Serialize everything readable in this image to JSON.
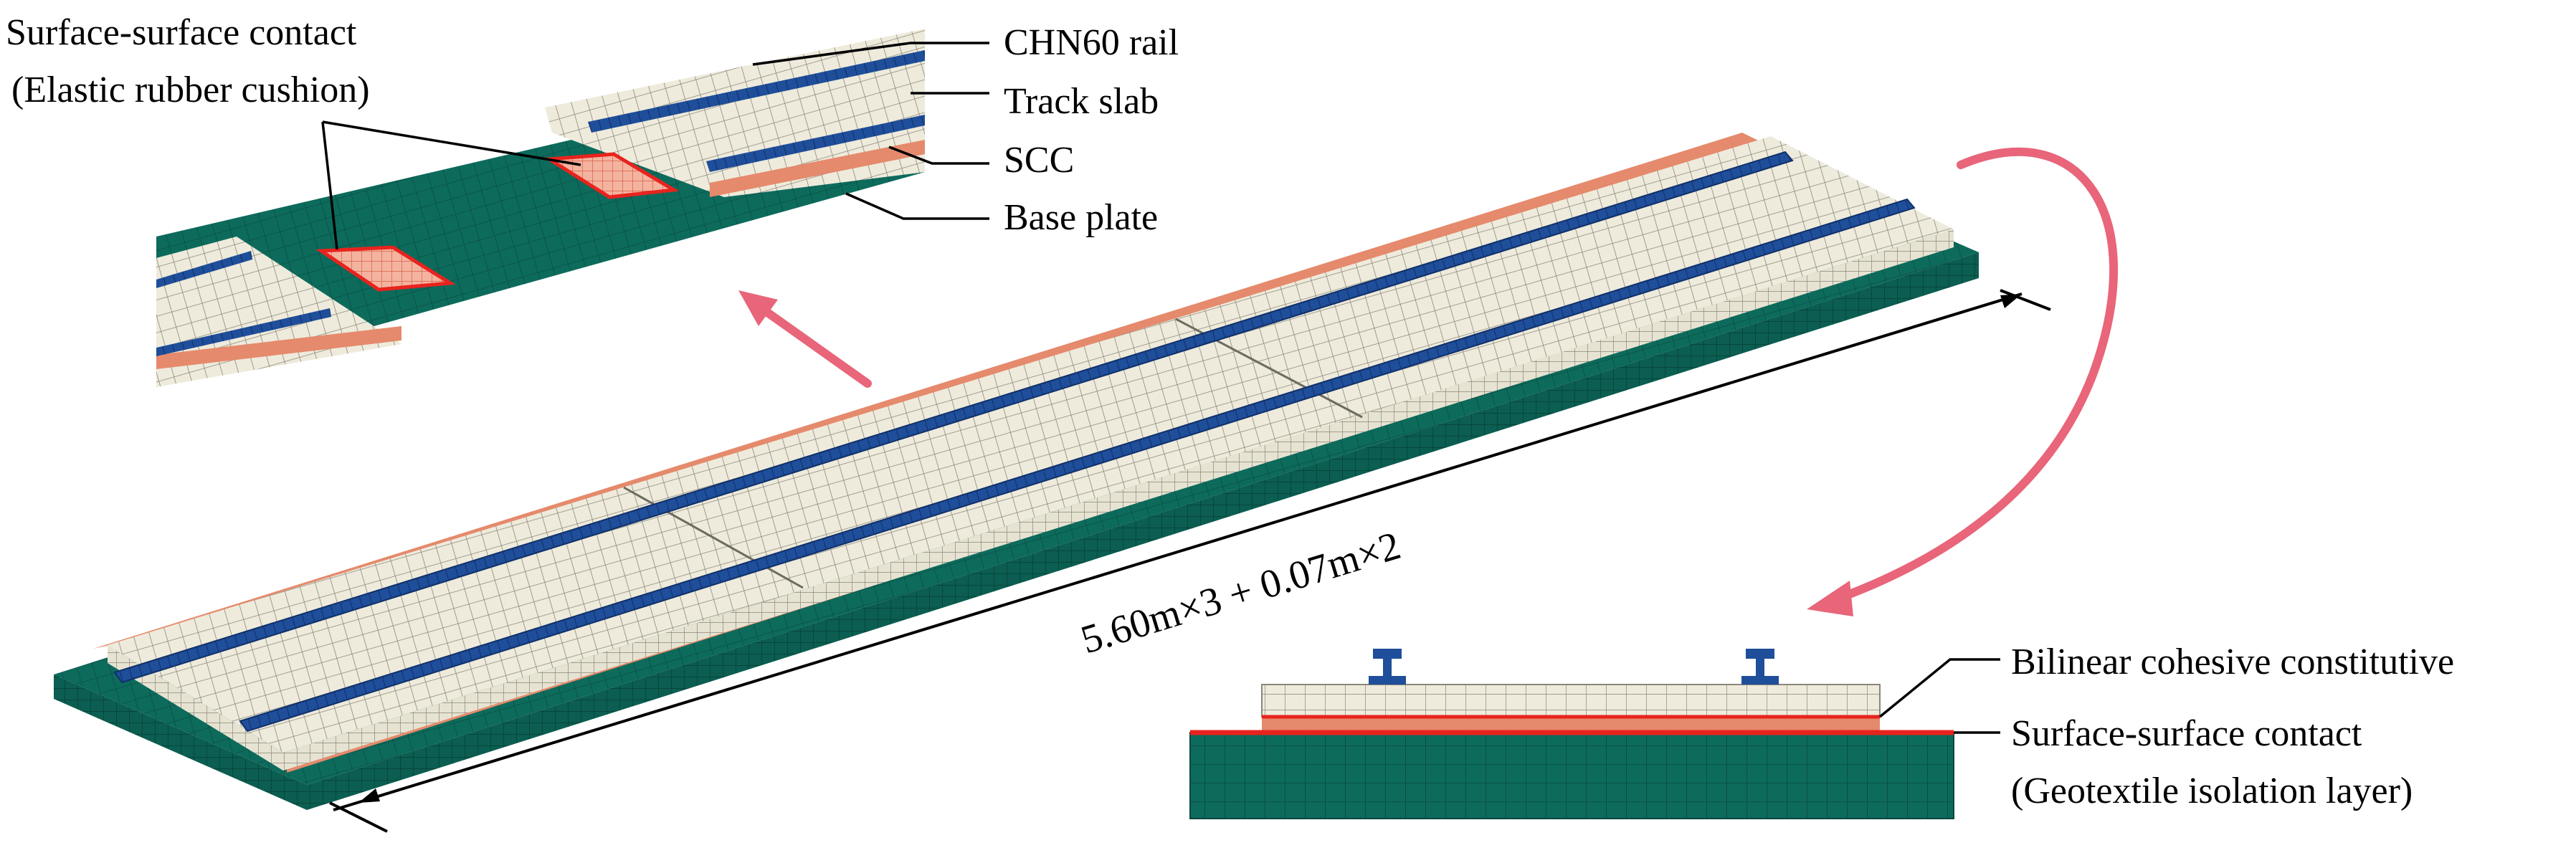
{
  "labels": {
    "top_left_line1": "Surface-surface contact",
    "top_left_line2": "(Elastic rubber cushion)",
    "rail": "CHN60 rail",
    "track_slab": "Track slab",
    "scc": "SCC",
    "base_plate": "Base plate",
    "dimension": "5.60m×3 + 0.07m×2",
    "cohesive": "Bilinear cohesive constitutive",
    "bottom_right_line1": "Surface-surface contact",
    "bottom_right_line2": "(Geotextile isolation layer)"
  },
  "colors": {
    "slab_fill": "#eeebdc",
    "mesh_line": "#7f7c70",
    "rail_blue": "#1f4e9a",
    "rail_dark": "#16356a",
    "base_green": "#0d6b5c",
    "base_dark": "#07473d",
    "scc_orange": "#e58a6c",
    "contact_red": "#e8231e",
    "arrow_pink": "#e8657a"
  },
  "icons": [
    "rail-profile-icon",
    "callout-arrow-icon",
    "dimension-arrow-icon"
  ]
}
